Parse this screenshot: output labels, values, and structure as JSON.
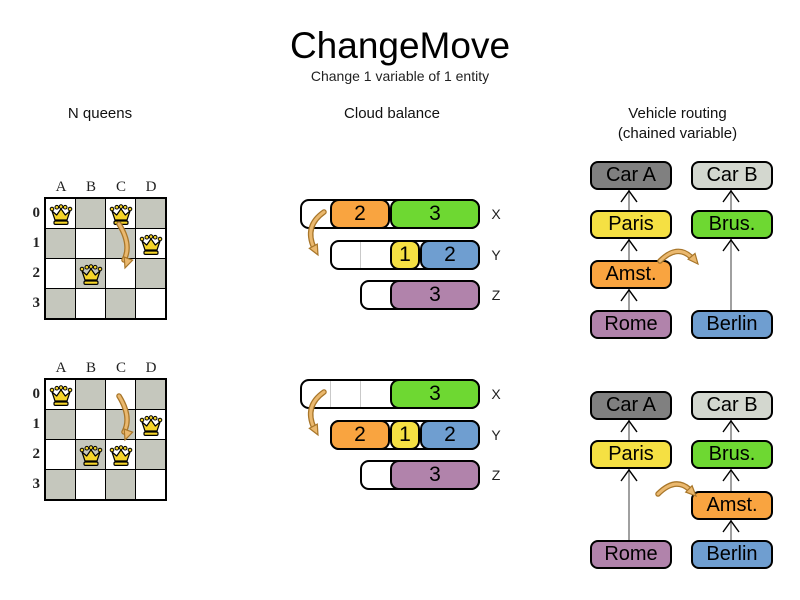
{
  "title": "ChangeMove",
  "subtitle": "Change 1 variable of 1 entity",
  "columns": {
    "nqueens_header": "N queens",
    "cloud_header": "Cloud balance",
    "vehicle_header_line1": "Vehicle routing",
    "vehicle_header_line2": "(chained variable)"
  },
  "nqueens": {
    "column_labels": [
      "A",
      "B",
      "C",
      "D"
    ],
    "row_labels": [
      "0",
      "1",
      "2",
      "3"
    ],
    "before": {
      "queens": [
        "A0",
        "C0",
        "D1",
        "B2"
      ],
      "move_from": "C0",
      "move_to": "C2"
    },
    "after": {
      "queens": [
        "A0",
        "D1",
        "B2",
        "C2"
      ],
      "move_from": "C0",
      "move_to": "C2"
    }
  },
  "cloud": {
    "row_labels": [
      "X",
      "Y",
      "Z"
    ],
    "before": {
      "X": {
        "capacity_units": 6,
        "segments": [
          {
            "value": "2",
            "color": "#f9a440"
          },
          {
            "value": "3",
            "color": "#6ed832"
          }
        ]
      },
      "Y": {
        "capacity_units": 5,
        "segments": [
          {
            "value": "1",
            "color": "#f5e043"
          },
          {
            "value": "2",
            "color": "#6f9ed0"
          }
        ]
      },
      "Z": {
        "capacity_units": 4,
        "segments": [
          {
            "value": "3",
            "color": "#b183ab"
          }
        ]
      }
    },
    "after": {
      "X": {
        "capacity_units": 6,
        "segments": [
          {
            "value": "3",
            "color": "#6ed832"
          }
        ]
      },
      "Y": {
        "capacity_units": 5,
        "segments": [
          {
            "value": "2",
            "color": "#f9a440"
          },
          {
            "value": "1",
            "color": "#f5e043"
          },
          {
            "value": "2",
            "color": "#6f9ed0"
          }
        ]
      },
      "Z": {
        "capacity_units": 4,
        "segments": [
          {
            "value": "3",
            "color": "#b183ab"
          }
        ]
      }
    },
    "moved_process_value": "2"
  },
  "vehicle": {
    "before": {
      "car_a": "Car A",
      "car_b": "Car B",
      "paris": "Paris",
      "brus": "Brus.",
      "amst": "Amst.",
      "rome": "Rome",
      "berlin": "Berlin"
    },
    "after": {
      "car_a": "Car A",
      "car_b": "Car B",
      "paris": "Paris",
      "brus": "Brus.",
      "amst": "Amst.",
      "rome": "Rome",
      "berlin": "Berlin"
    },
    "chains_before": {
      "car_a": [
        "Rome",
        "Amst.",
        "Paris"
      ],
      "car_b": [
        "Berlin",
        "Brus."
      ]
    },
    "chains_after": {
      "car_a": [
        "Rome",
        "Paris"
      ],
      "car_b": [
        "Berlin",
        "Amst.",
        "Brus."
      ]
    }
  },
  "colors": {
    "orange": "#f9a440",
    "green": "#6ed832",
    "yellow": "#f5e043",
    "blue": "#6f9ed0",
    "purple": "#b183ab",
    "car_a_gray": "#808080",
    "car_b_gray": "#d3d7cf",
    "board_dark_cell": "#c5c7bd",
    "move_arrow_fill": "#eab86e",
    "move_arrow_outline": "#a8762a",
    "chain_line": "#888888",
    "queen_gold": "#f5d429"
  }
}
